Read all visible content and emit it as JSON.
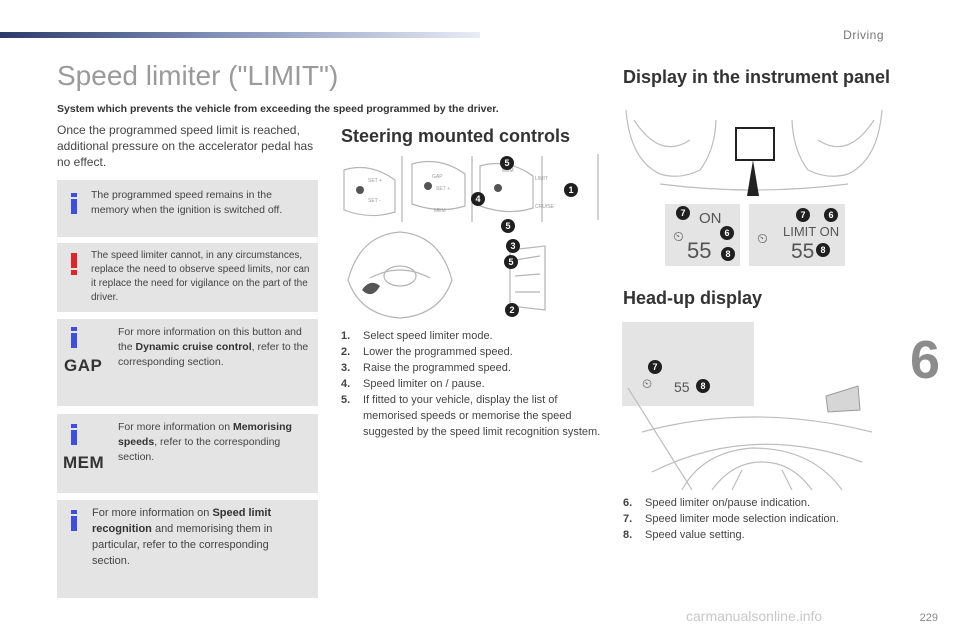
{
  "header": {
    "section": "Driving"
  },
  "page": {
    "title": "Speed limiter (\"LIMIT\")",
    "subtitle": "System which prevents the vehicle from exceeding the speed programmed by the driver.",
    "intro": "Once the programmed speed limit is reached, additional pressure on the accelerator pedal has no effect."
  },
  "notes": {
    "memory": "The programmed speed remains in the memory when the ignition is switched off.",
    "warning": "The speed limiter cannot, in any circumstances, replace the need to observe speed limits, nor can it replace the need for vigilance on the part of the driver.",
    "gap": {
      "label": "GAP",
      "pre": "For more information on this button and the ",
      "bold": "Dynamic cruise control",
      "post": ", refer to the corresponding section."
    },
    "mem": {
      "label": "MEM",
      "pre": "For more information on ",
      "bold": "Memorising speeds",
      "post": ", refer to the corresponding section."
    },
    "recognition": {
      "pre": "For more information on ",
      "bold": "Speed limit recognition",
      "post": " and memorising them in particular, refer to the corresponding section."
    }
  },
  "steering": {
    "heading": "Steering mounted controls",
    "items": [
      {
        "num": "1.",
        "text": "Select speed limiter mode."
      },
      {
        "num": "2.",
        "text": "Lower the programmed speed."
      },
      {
        "num": "3.",
        "text": "Raise the programmed speed."
      },
      {
        "num": "4.",
        "text": "Speed limiter on / pause."
      },
      {
        "num": "5.",
        "text": "If fitted to your vehicle, display the list of memorised speeds or memorise the speed suggested by the speed limit recognition system."
      }
    ],
    "callouts": [
      "5",
      "4",
      "5",
      "1",
      "3",
      "5",
      "2"
    ],
    "stalk_labels": {
      "gap": "GAP",
      "mem": "MEM",
      "set_plus": "SET +",
      "set_minus": "SET -",
      "limit": "LIMIT",
      "cruise": "CRUISE"
    }
  },
  "instrument": {
    "heading": "Display in the instrument panel",
    "panel_left": {
      "text": "ON",
      "value": "55"
    },
    "panel_right": {
      "text": "LIMIT ON",
      "value": "55"
    },
    "callouts": [
      "7",
      "6",
      "8",
      "7",
      "6",
      "8"
    ]
  },
  "hud": {
    "heading": "Head-up display",
    "value": "55",
    "callouts": [
      "7",
      "8"
    ],
    "items": [
      {
        "num": "6.",
        "text": "Speed limiter on/pause indication."
      },
      {
        "num": "7.",
        "text": "Speed limiter mode selection indication."
      },
      {
        "num": "8.",
        "text": "Speed value setting."
      }
    ]
  },
  "chapter": {
    "number": "6"
  },
  "footer": {
    "page_number": "229",
    "watermark": "carmanualsonline.info"
  },
  "colors": {
    "info_blue": "#3f4ee0",
    "warning_red": "#e0242b",
    "box_grey": "#e4e4e4",
    "header_navy": "#2b3a6b",
    "chapter_grey": "#8c8c8c"
  }
}
